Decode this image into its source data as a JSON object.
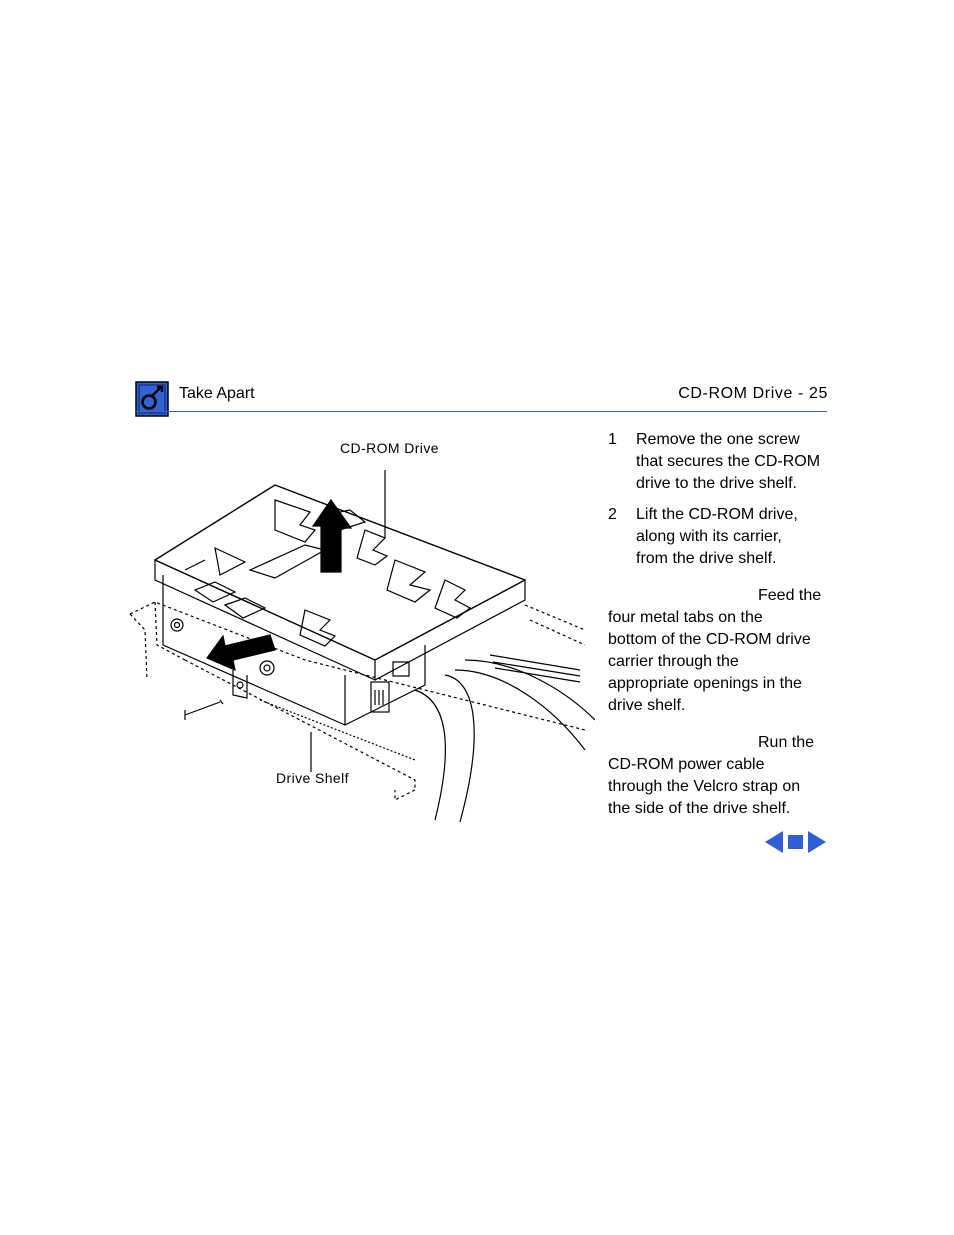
{
  "header": {
    "section": "Take Apart",
    "page_title": "CD-ROM Drive - 25",
    "icon": "technician-tool-icon",
    "rule_color": "#3a5fbf"
  },
  "figure": {
    "callouts": {
      "top": "CD-ROM Drive",
      "bottom": "Drive Shelf"
    }
  },
  "steps": [
    {
      "number": "1",
      "lines": [
        "Remove the one screw",
        "that secures the CD-ROM",
        "drive to the drive shelf."
      ]
    },
    {
      "number": "2",
      "lines": [
        "Lift the CD-ROM drive,",
        "along with its carrier,",
        "from the drive shelf."
      ]
    }
  ],
  "notes": [
    {
      "lines": [
        "Feed the",
        "four metal tabs on the",
        "bottom of the CD-ROM drive",
        "carrier through the",
        "appropriate openings in the",
        "drive shelf."
      ]
    },
    {
      "lines": [
        "Run the",
        "CD-ROM power cable",
        "through the Velcro strap on",
        "the side of the drive shelf."
      ]
    }
  ],
  "navigation": {
    "prev_icon": "left-arrow-icon",
    "stop_icon": "stop-square-icon",
    "next_icon": "right-arrow-icon",
    "color": "#2f5ed8"
  }
}
